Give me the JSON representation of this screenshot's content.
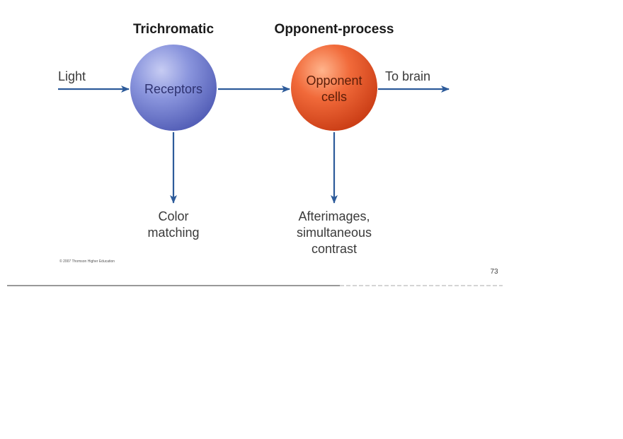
{
  "headers": {
    "left": "Trichromatic",
    "right": "Opponent-process"
  },
  "nodes": {
    "receptors": {
      "label": "Receptors",
      "color": "#7d88d6"
    },
    "opponent": {
      "line1": "Opponent",
      "line2": "cells",
      "color": "#ee6a3c"
    }
  },
  "inputs": {
    "light": "Light",
    "to_brain": "To brain"
  },
  "outputs": {
    "color_matching": {
      "line1": "Color",
      "line2": "matching"
    },
    "afterimages": {
      "line1": "Afterimages,",
      "line2": "simultaneous",
      "line3": "contrast"
    }
  },
  "footer": {
    "copyright": "© 2007 Thomson Higher Education",
    "page_number": "73"
  },
  "colors": {
    "arrow": "#2d5b9a"
  }
}
